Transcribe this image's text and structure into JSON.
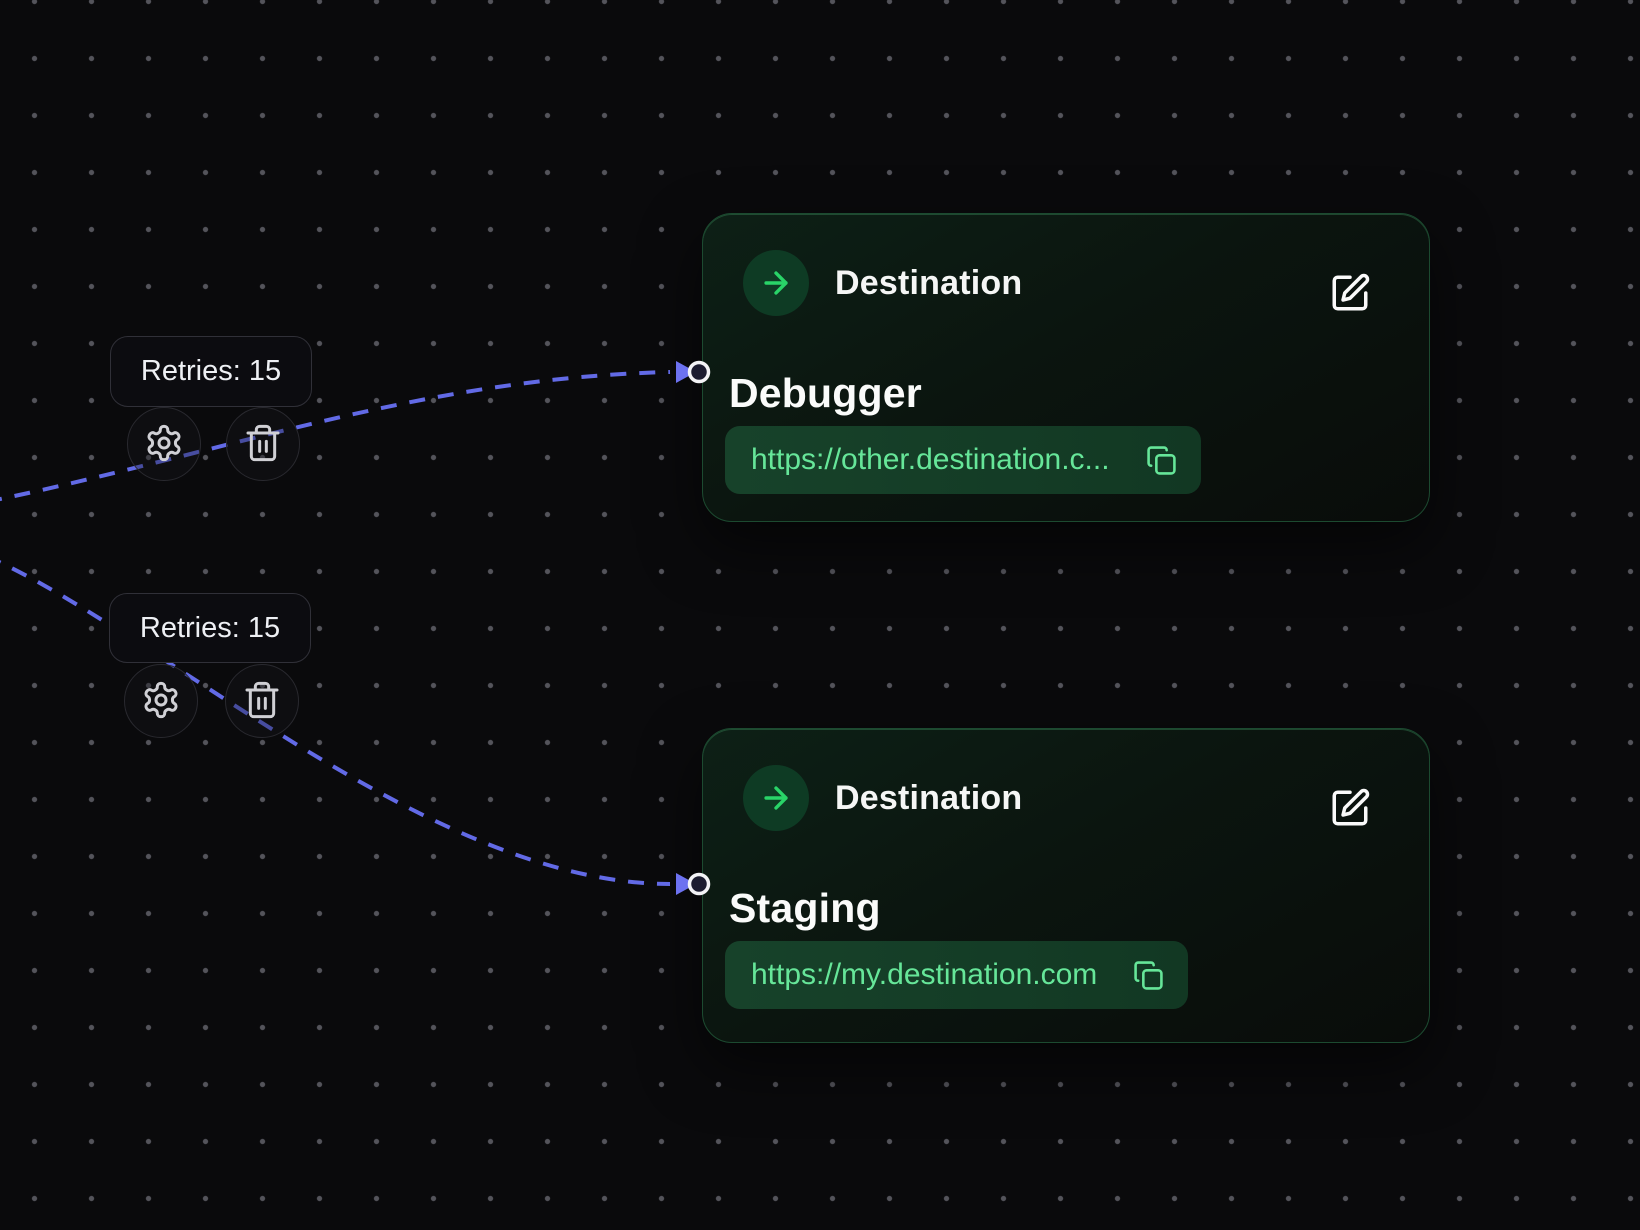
{
  "canvas": {
    "background": "#0a0a0c",
    "grid_dot_color": "#54545b"
  },
  "colors": {
    "edge_purple": "#626ae6",
    "node_border_green": "#1c4a30",
    "node_accent_green": "#29d468",
    "url_text_green": "#66e699"
  },
  "edges": [
    {
      "name": "edge-to-debugger",
      "color": "#626ae6",
      "label": {
        "retries": "Retries: 15"
      }
    },
    {
      "name": "edge-to-staging",
      "color": "#626ae6",
      "label": {
        "retries": "Retries: 15"
      }
    }
  ],
  "edge_controls": {
    "settings_icon": "gear-icon",
    "delete_icon": "trash-icon"
  },
  "nodes": [
    {
      "type_label": "Destination",
      "name": "Debugger",
      "url": "https://other.destination.c...",
      "type_icon": "arrow-right-icon",
      "edit_icon": "square-pen-icon",
      "copy_icon": "copy-icon"
    },
    {
      "type_label": "Destination",
      "name": "Staging",
      "url": "https://my.destination.com",
      "type_icon": "arrow-right-icon",
      "edit_icon": "square-pen-icon",
      "copy_icon": "copy-icon"
    }
  ]
}
